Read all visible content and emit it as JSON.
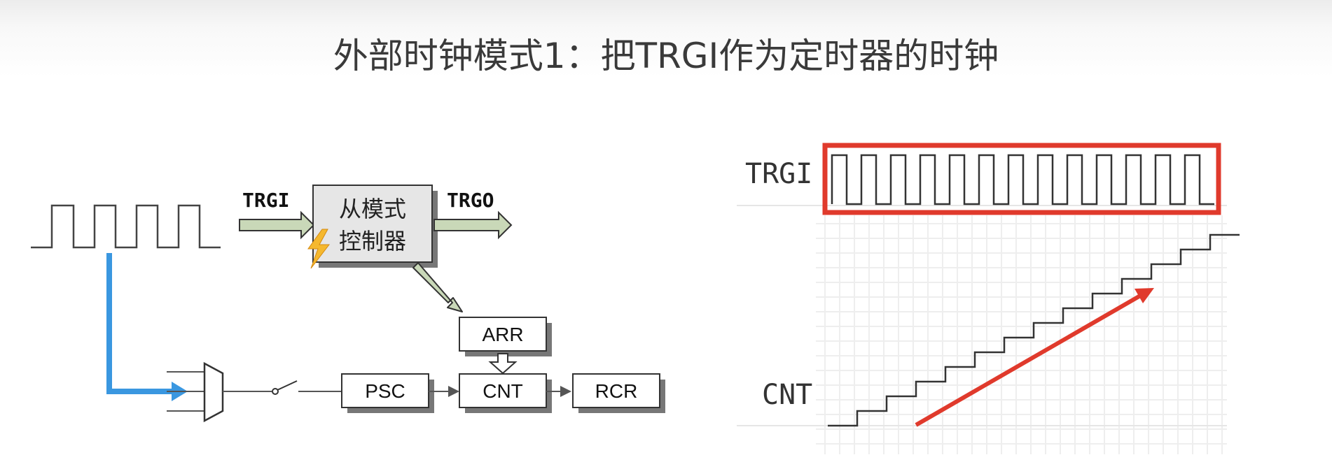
{
  "title": "外部时钟模式1：把TRGI作为定时器的时钟",
  "left_diagram": {
    "trgi_label": "TRGI",
    "trgo_label": "TRGO",
    "slave_controller_line1": "从模式",
    "slave_controller_line2": "控制器",
    "arr_label": "ARR",
    "psc_label": "PSC",
    "cnt_label": "CNT",
    "rcr_label": "RCR"
  },
  "right_diagram": {
    "trgi_label": "TRGI",
    "cnt_label": "CNT"
  },
  "colors": {
    "arrow_fill": "#c9d8b8",
    "signal_blue": "#3a97e0",
    "highlight_red": "#e03a2c",
    "lightning": "#f5b82e",
    "controller_fill": "#e6e6e6"
  }
}
